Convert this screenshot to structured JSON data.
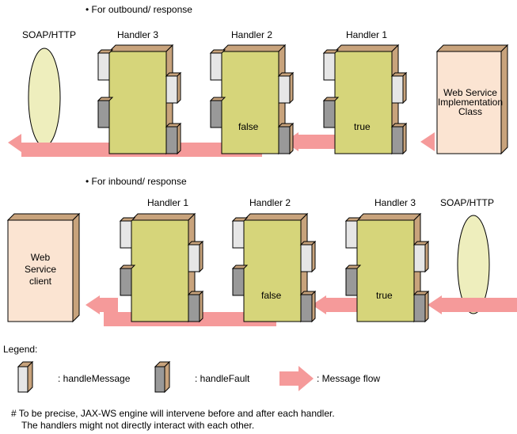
{
  "outbound": {
    "title": "• For outbound/ response",
    "soap_label": "SOAP/HTTP",
    "handlers": [
      {
        "label": "Handler 3",
        "result": ""
      },
      {
        "label": "Handler 2",
        "result": "false"
      },
      {
        "label": "Handler 1",
        "result": "true"
      }
    ],
    "impl": [
      "Web Service",
      "Implementation",
      "Class"
    ]
  },
  "inbound": {
    "title": "• For inbound/ response",
    "soap_label": "SOAP/HTTP",
    "client": [
      "Web",
      "Service",
      "client"
    ],
    "handlers": [
      {
        "label": "Handler 1",
        "result": ""
      },
      {
        "label": "Handler 2",
        "result": "false"
      },
      {
        "label": "Handler 3",
        "result": "true"
      }
    ]
  },
  "legend": {
    "title": "Legend:",
    "handle_message": ": handleMessage",
    "handle_fault": ": handleFault",
    "message_flow": ": Message flow"
  },
  "footnote": [
    "# To be precise, JAX-WS engine will intervene before and after each handler.",
    "The handlers might not directly interact with each other."
  ],
  "colors": {
    "handler_fill": "#d6d57a",
    "box_fill": "#fbe4d2",
    "box_side": "#c8a37c",
    "ellipse_fill": "#eeeebd",
    "flow": "#f59a9a",
    "msg_tab": "#e6e6e6",
    "fault_tab": "#999999"
  }
}
